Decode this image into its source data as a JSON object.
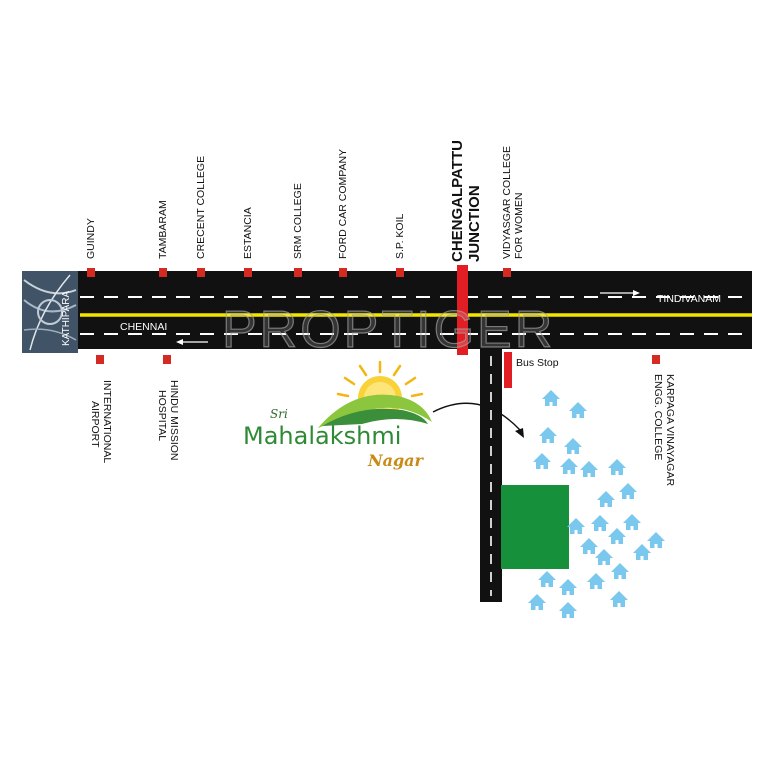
{
  "watermark": "PROPTIGER",
  "roads": {
    "left_end": "KATHIPARA",
    "left_direction": "CHENNAI",
    "right_direction": "TINDIVANAM"
  },
  "junction": {
    "line1": "CHENGALPATTU",
    "line2": "JUNCTION"
  },
  "landmarks_above": [
    {
      "key": "guindy",
      "lines": [
        "GUINDY"
      ]
    },
    {
      "key": "tambaram",
      "lines": [
        "TAMBARAM"
      ]
    },
    {
      "key": "crecent",
      "lines": [
        "CRECENT COLLEGE"
      ]
    },
    {
      "key": "estancia",
      "lines": [
        "ESTANCIA"
      ]
    },
    {
      "key": "srm",
      "lines": [
        "SRM COLLEGE"
      ]
    },
    {
      "key": "ford",
      "lines": [
        "FORD CAR COMPANY"
      ]
    },
    {
      "key": "spkoil",
      "lines": [
        "S.P. KOIL"
      ]
    },
    {
      "key": "vidyasagar",
      "lines": [
        "VIDYASGAR COLLEGE",
        "FOR WOMEN"
      ]
    }
  ],
  "landmarks_below": [
    {
      "key": "airport",
      "lines": [
        "INTERNATIONAL",
        "AIRPORT"
      ]
    },
    {
      "key": "hindu",
      "lines": [
        "HINDU MISSION",
        "HOSPITAL"
      ]
    },
    {
      "key": "karpaga",
      "lines": [
        "KARPAGA VINAYAGAR",
        "ENGG. COLLEGE"
      ]
    }
  ],
  "bus_stop": "Bus Stop",
  "project": {
    "prefix": "Sri",
    "name": "Mahalakshmi",
    "suffix": "Nagar"
  },
  "colors": {
    "road": "#111111",
    "centerline": "#f2e600",
    "marker": "#d42a22",
    "site": "#16903a",
    "house": "#7bc8ee",
    "logo_green": "#2f8a36",
    "logo_gold": "#c98a16"
  }
}
